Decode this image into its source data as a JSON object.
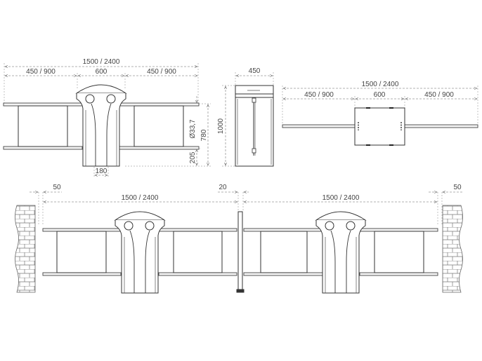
{
  "front_view": {
    "total_width": "1500 / 2400",
    "left_span": "450 / 900",
    "pillar_width": "600",
    "right_span": "450 / 900",
    "rail_diameter": "Ø33,7",
    "rail_height": "780",
    "lower_rail_height": "205",
    "pillar_base": "180"
  },
  "side_view": {
    "width": "450",
    "height": "1000"
  },
  "top_view": {
    "total_width": "1500 / 2400",
    "left_span": "450 / 900",
    "pillar_width": "600",
    "right_span": "450 / 900"
  },
  "installation_view": {
    "left_wall_gap": "50",
    "center_gap": "20",
    "right_wall_gap": "50",
    "left_passage_width": "1500 / 2400",
    "right_passage_width": "1500 / 2400"
  }
}
